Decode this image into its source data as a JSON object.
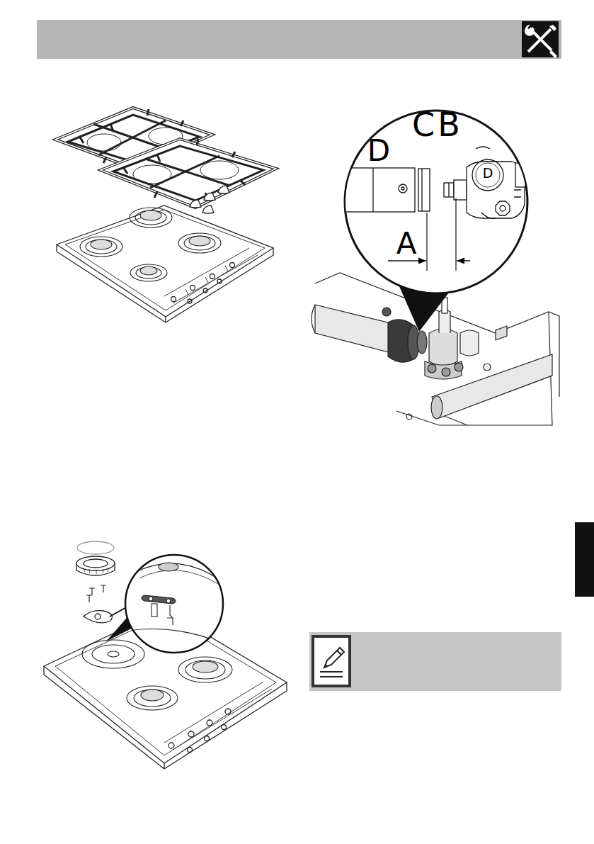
{
  "diagram": {
    "labels": [
      "D",
      "C",
      "B",
      "A",
      "D"
    ]
  }
}
